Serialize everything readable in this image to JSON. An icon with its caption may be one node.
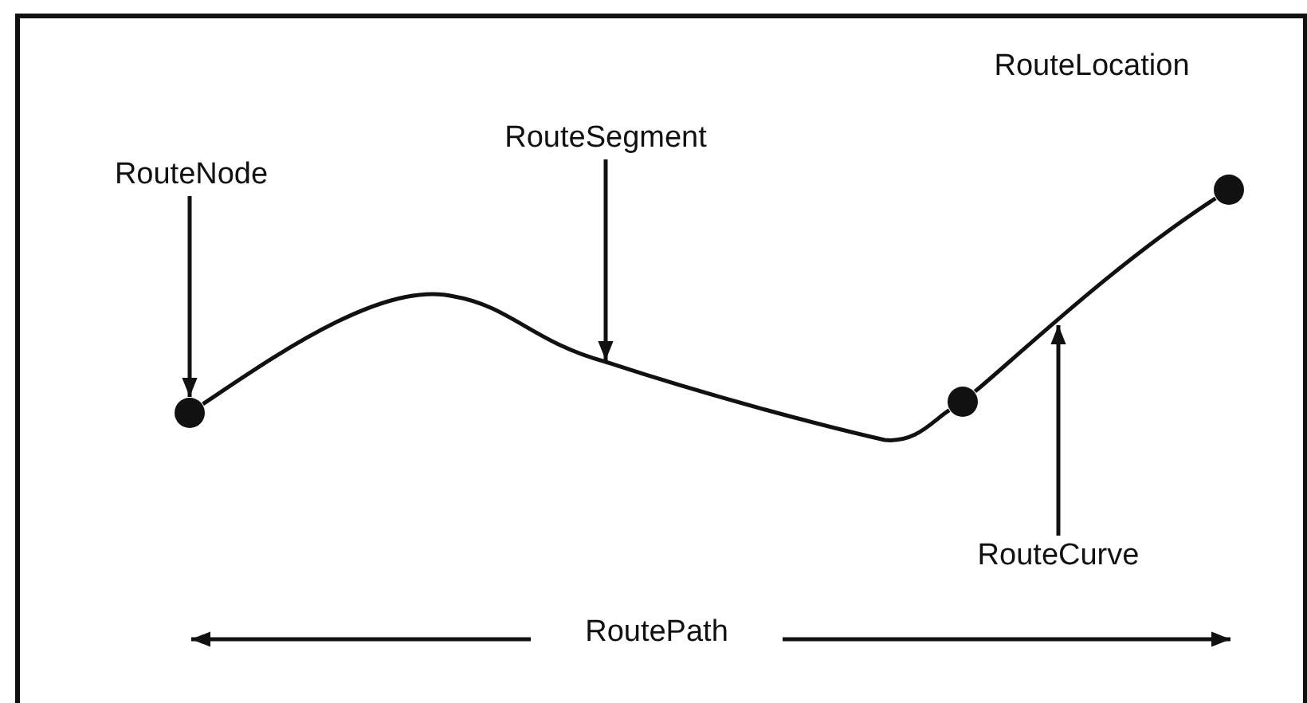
{
  "diagram": {
    "nodes": [
      {
        "text": [
          "RouteNode"
        ]
      },
      {
        "text": [
          "RouteSegment"
        ]
      },
      {
        "text": [],
        "shape": "circle"
      },
      {
        "text": [],
        "shape": "circle"
      },
      {
        "text": [],
        "shape": "circle"
      },
      {
        "text": [
          "RouteCurve"
        ]
      }
    ],
    "edges": [
      {
        "from": 0,
        "to": 2,
        "arrow": "to"
      },
      {
        "from": 1,
        "to": null,
        "arrow": "to"
      },
      {
        "from": 5,
        "to": null,
        "arrow": "to"
      },
      {
        "from": 2,
        "to": 3,
        "arrow": "none"
      },
      {
        "from": 3,
        "to": 4,
        "arrow": "none"
      }
    ],
    "labels": [
      "RouteLocation",
      "RoutePath"
    ]
  }
}
